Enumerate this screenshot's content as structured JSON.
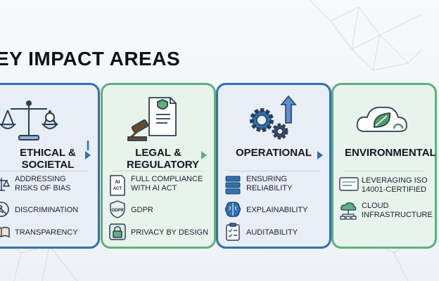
{
  "title": "EY IMPACT AREAS",
  "colors": {
    "blue": "#2f6fb2",
    "green": "#5fb07d"
  },
  "cards": [
    {
      "title": "ETHICAL & SOCIETAL",
      "icon": "scales-icon",
      "items": [
        {
          "label": "ADDRESSING RISKS OF BIAS",
          "icon": "balance-icon"
        },
        {
          "label": "DISCRIMINATION",
          "icon": "no-discrimination-icon"
        },
        {
          "label": "TRANSPARENCY",
          "icon": "open-book-icon"
        }
      ]
    },
    {
      "title": "LEGAL & REGULATORY",
      "icon": "gavel-document-icon",
      "items": [
        {
          "label": "FULL COMPLIANCE WITH AI ACT",
          "icon": "ai-act-document-icon",
          "icon_text": "AI ACT"
        },
        {
          "label": "GDPR",
          "icon": "gdpr-shield-icon",
          "icon_text": "GDPR"
        },
        {
          "label": "PRIVACY BY DESIGN",
          "icon": "lock-icon"
        }
      ]
    },
    {
      "title": "OPERATIONAL",
      "icon": "gears-arrow-icon",
      "items": [
        {
          "label": "ENSURING RELIABILITY",
          "icon": "server-icon"
        },
        {
          "label": "EXPLAINABILITY",
          "icon": "brain-icon"
        },
        {
          "label": "AUDITABILITY",
          "icon": "checklist-icon"
        }
      ]
    },
    {
      "title": "ENVIRONMENTAL",
      "icon": "cloud-leaf-icon",
      "items": [
        {
          "label": "LEVERAGING ISO 14001-CERTIFIED",
          "icon": "certificate-icon"
        },
        {
          "label": "CLOUD INFRASTRUCTURE",
          "icon": "cloud-network-icon"
        }
      ]
    }
  ]
}
